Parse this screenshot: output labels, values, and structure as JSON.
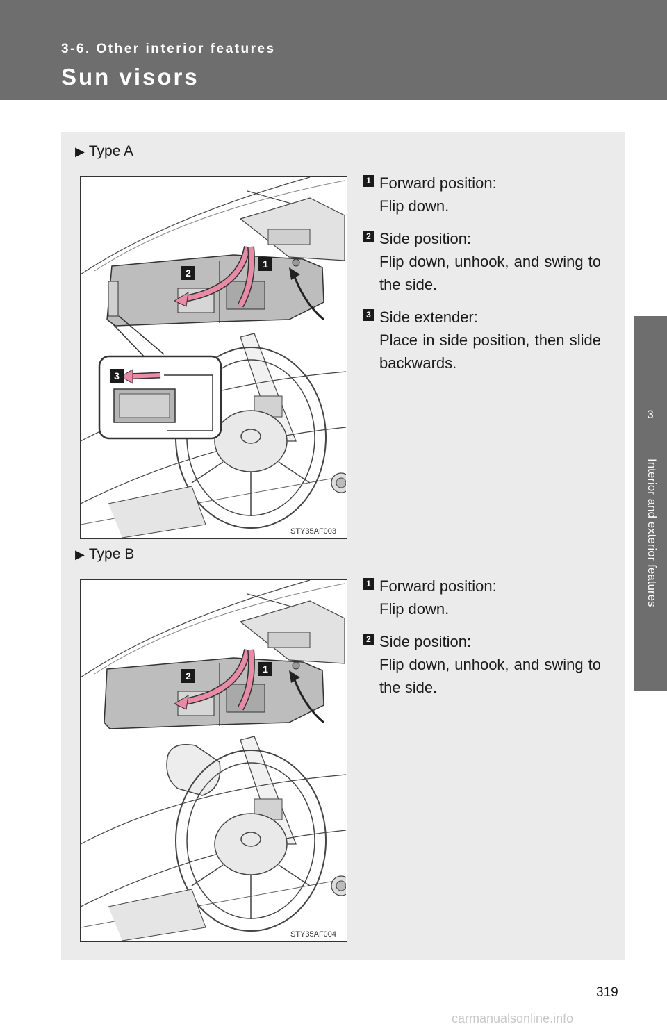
{
  "header": {
    "section": "3-6. Other interior features",
    "title": "Sun visors"
  },
  "side_tab": {
    "chapter_number": "3",
    "chapter_title": "Interior and exterior features"
  },
  "type_a": {
    "label": "Type A",
    "figure_code": "STY35AF003",
    "callouts": [
      "1",
      "2",
      "3"
    ],
    "steps": [
      {
        "number": "1",
        "title": "Forward position:",
        "desc": "Flip down."
      },
      {
        "number": "2",
        "title": "Side position:",
        "desc": "Flip down, unhook, and swing to the side."
      },
      {
        "number": "3",
        "title": "Side extender:",
        "desc": "Place in side position, then slide backwards."
      }
    ]
  },
  "type_b": {
    "label": "Type B",
    "figure_code": "STY35AF004",
    "callouts": [
      "1",
      "2"
    ],
    "steps": [
      {
        "number": "1",
        "title": "Forward position:",
        "desc": "Flip down."
      },
      {
        "number": "2",
        "title": "Side position:",
        "desc": "Flip down, unhook, and swing to the side."
      }
    ]
  },
  "footer": {
    "page_number": "319",
    "watermark": "carmanualsonline.info"
  },
  "colors": {
    "header_bg": "#6e6e6e",
    "panel_bg": "#ebebeb",
    "arrow_pink": "#e98aa6",
    "visor_gray": "#bdbdbd"
  }
}
